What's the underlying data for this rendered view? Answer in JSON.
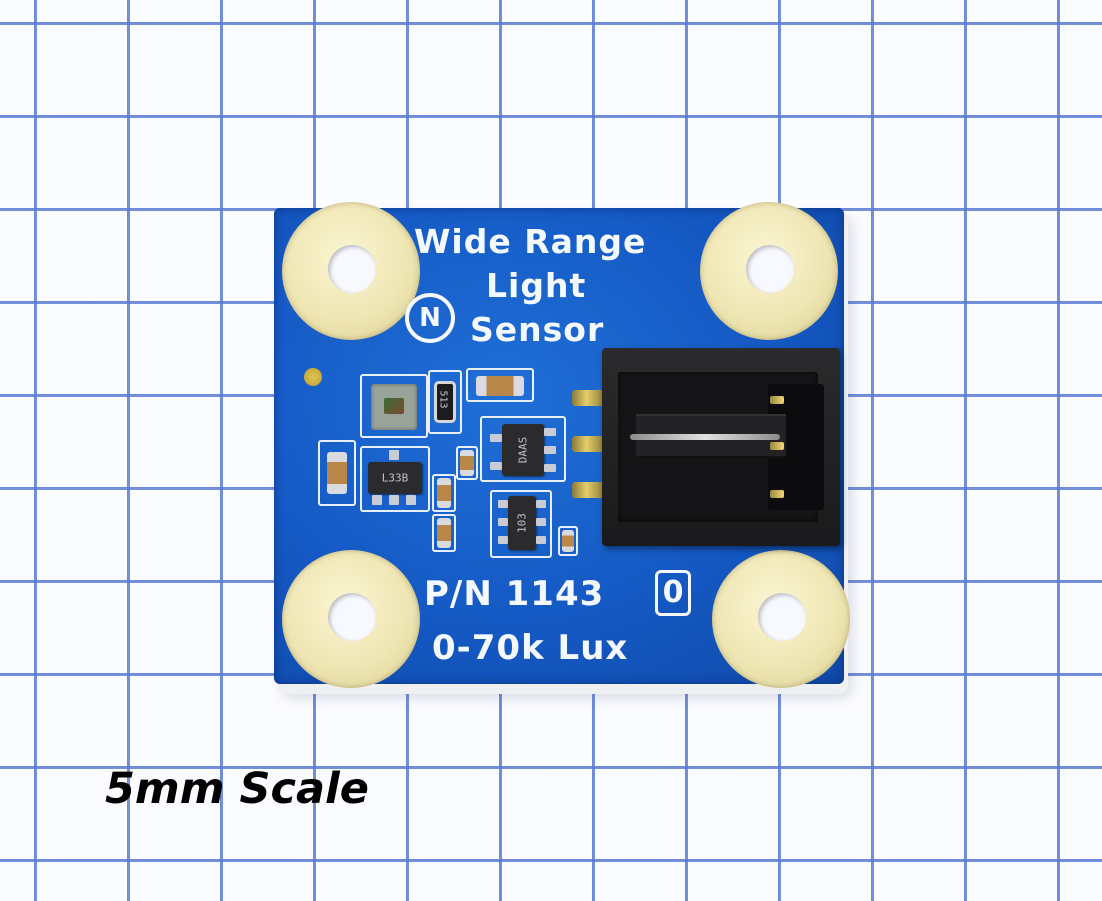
{
  "board": {
    "title_line1": "Wide Range",
    "title_line2": "Light",
    "title_line3": "Sensor",
    "logo_letter": "N",
    "part_number": "P/N 1143",
    "revision": "0",
    "range": "0-70k Lux",
    "markings": {
      "resistor": "513",
      "regulator": "L33B",
      "chip_upper": "DAAS",
      "chip_lower": "103"
    }
  },
  "caption": "5mm Scale",
  "colors": {
    "pcb": "#1559c4",
    "grid_lines": "#5c7cd6",
    "pads": "#efe6b4",
    "connector": "#1f1f21"
  }
}
